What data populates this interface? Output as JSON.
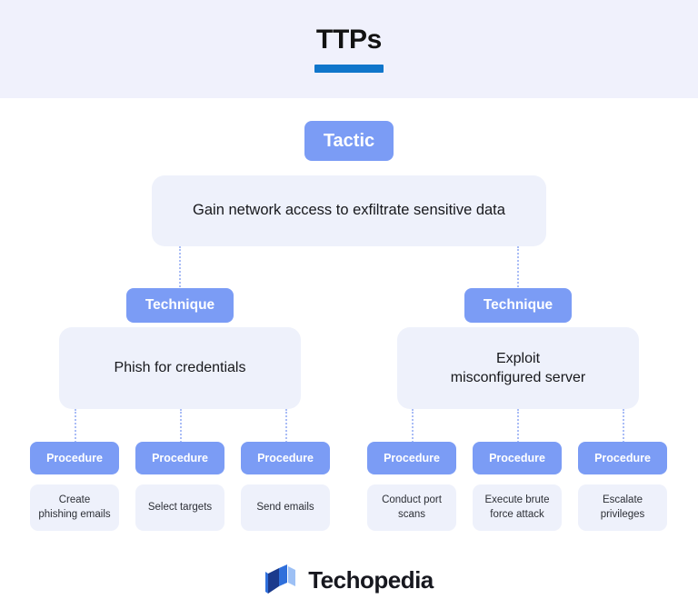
{
  "header": {
    "title": "TTPs",
    "accent_color": "#1076cb"
  },
  "theme": {
    "header_band": "#f0f1fc",
    "pill_blue": "#7b9cf5",
    "card_lavender": "#eef1fb",
    "connector_blue": "#aabdf6",
    "text_dark": "#17181c"
  },
  "diagram": {
    "tactic": {
      "label": "Tactic",
      "text": "Gain network access to exfiltrate sensitive data"
    },
    "techniques": [
      {
        "label": "Technique",
        "text": "Phish for credentials",
        "procedures": [
          {
            "label": "Procedure",
            "text": "Create\nphishing emails"
          },
          {
            "label": "Procedure",
            "text": "Select targets"
          },
          {
            "label": "Procedure",
            "text": "Send emails"
          }
        ]
      },
      {
        "label": "Technique",
        "text": "Exploit\nmisconfigured server",
        "procedures": [
          {
            "label": "Procedure",
            "text": "Conduct port\nscans"
          },
          {
            "label": "Procedure",
            "text": "Execute brute\nforce attack"
          },
          {
            "label": "Procedure",
            "text": "Escalate\nprivileges"
          }
        ]
      }
    ]
  },
  "footer": {
    "brand": "Techopedia",
    "logo_colors": [
      "#1b3a8c",
      "#2f6fdb",
      "#9dc0f5"
    ]
  }
}
